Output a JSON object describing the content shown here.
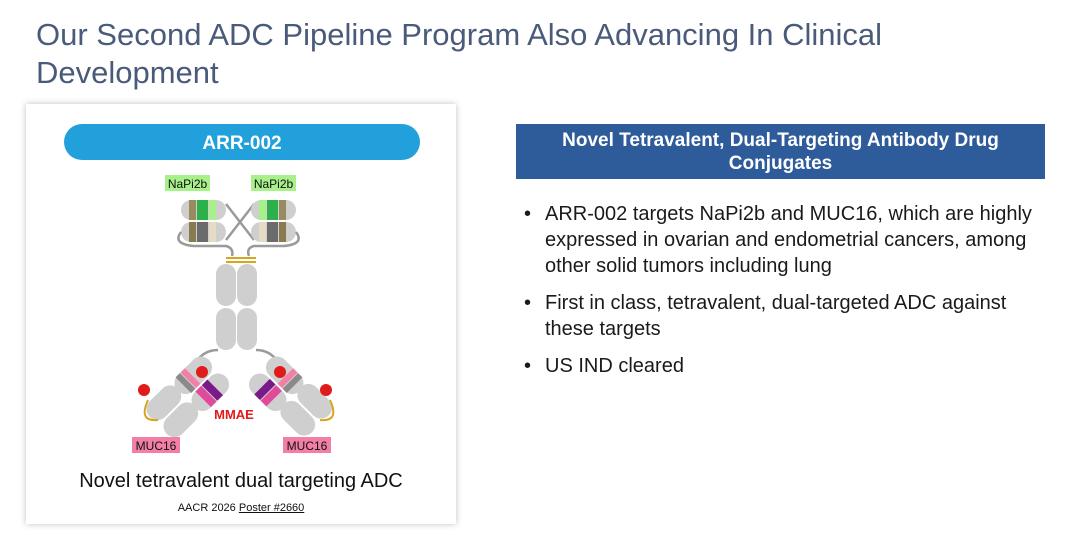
{
  "slide": {
    "title": "Our Second ADC Pipeline Program Also Advancing In Clinical Development"
  },
  "figure": {
    "name_label": "ARR-002",
    "target_top_left": "NaPi2b",
    "target_top_right": "NaPi2b",
    "payload_label": "MMAE",
    "target_bottom_left": "MUC16",
    "target_bottom_right": "MUC16",
    "caption": "Novel tetravalent dual targeting ADC",
    "source_prefix": "AACR 2026 ",
    "source_link": "Poster #2660"
  },
  "info": {
    "header": "Novel Tetravalent, Dual-Targeting Antibody Drug Conjugates",
    "bullets": [
      "ARR-002 targets NaPi2b and MUC16, which are highly expressed in ovarian and endometrial cancers, among other solid tumors including lung",
      "First in class, tetravalent, dual-targeted ADC against these targets",
      "US IND cleared"
    ]
  },
  "colors": {
    "title": "#4a5a7a",
    "header_bg": "#2e5b9a",
    "name_pill": "#22a0dc",
    "napi2b_tag": "#a8f08a",
    "muc16_tag": "#f27fa6",
    "payload": "#e01b1b",
    "antibody_gray": "#cfcfcf",
    "linker_gold": "#d9a520"
  }
}
